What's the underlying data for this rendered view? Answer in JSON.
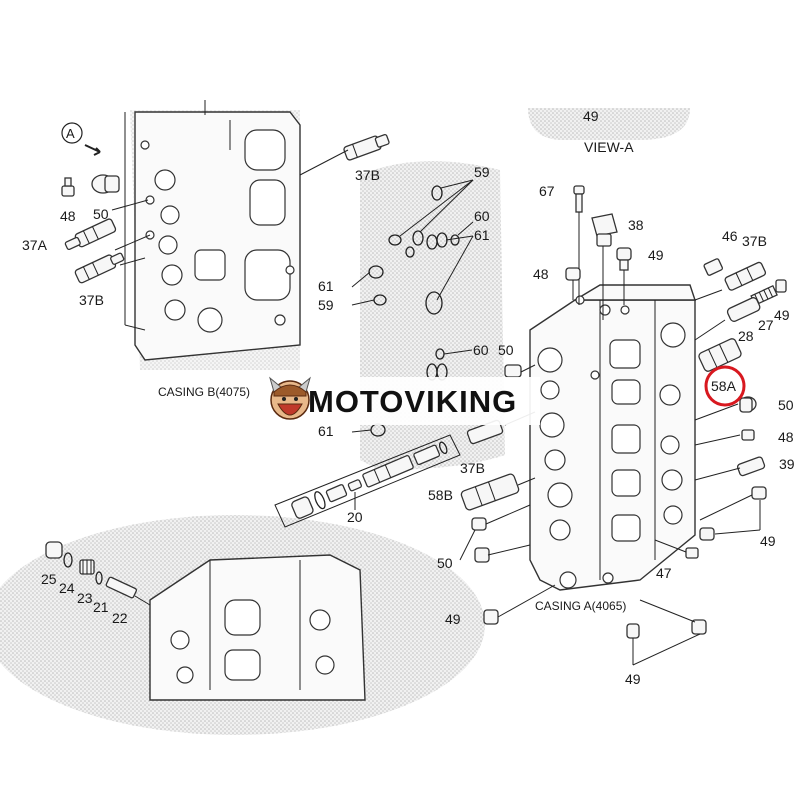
{
  "brand": {
    "name": "MOTOVIKING",
    "highlight_color": "#d8181f"
  },
  "view": {
    "title": "VIEW-A",
    "marker": "A",
    "part": "49"
  },
  "casings": {
    "a": "CASING A(4065)",
    "b": "CASING B(4075)"
  },
  "callouts": [
    {
      "id": "37b-top",
      "text": "37B"
    },
    {
      "id": "48-left",
      "text": "48"
    },
    {
      "id": "50-left",
      "text": "50"
    },
    {
      "id": "37a",
      "text": "37A"
    },
    {
      "id": "37b-left",
      "text": "37B"
    },
    {
      "id": "59-top",
      "text": "59"
    },
    {
      "id": "60-top",
      "text": "60"
    },
    {
      "id": "61-top",
      "text": "61"
    },
    {
      "id": "61-mid",
      "text": "61"
    },
    {
      "id": "59-mid",
      "text": "59"
    },
    {
      "id": "60-mid",
      "text": "60"
    },
    {
      "id": "50-mid",
      "text": "50"
    },
    {
      "id": "61-low",
      "text": "61"
    },
    {
      "id": "37b-mid",
      "text": "37B"
    },
    {
      "id": "20",
      "text": "20"
    },
    {
      "id": "58b",
      "text": "58B"
    },
    {
      "id": "50-bottom",
      "text": "50"
    },
    {
      "id": "67",
      "text": "67"
    },
    {
      "id": "38",
      "text": "38"
    },
    {
      "id": "49-top",
      "text": "49"
    },
    {
      "id": "48-top",
      "text": "48"
    },
    {
      "id": "46",
      "text": "46"
    },
    {
      "id": "37b-right",
      "text": "37B"
    },
    {
      "id": "49-right",
      "text": "49"
    },
    {
      "id": "27",
      "text": "27"
    },
    {
      "id": "28",
      "text": "28"
    },
    {
      "id": "58a",
      "text": "58A"
    },
    {
      "id": "50-right",
      "text": "50"
    },
    {
      "id": "48-right",
      "text": "48"
    },
    {
      "id": "39",
      "text": "39"
    },
    {
      "id": "49-right2",
      "text": "49"
    },
    {
      "id": "47",
      "text": "47"
    },
    {
      "id": "49-bottom-left",
      "text": "49"
    },
    {
      "id": "49-bottom",
      "text": "49"
    },
    {
      "id": "25",
      "text": "25"
    },
    {
      "id": "24",
      "text": "24"
    },
    {
      "id": "23",
      "text": "23"
    },
    {
      "id": "21",
      "text": "21"
    },
    {
      "id": "22",
      "text": "22"
    }
  ]
}
